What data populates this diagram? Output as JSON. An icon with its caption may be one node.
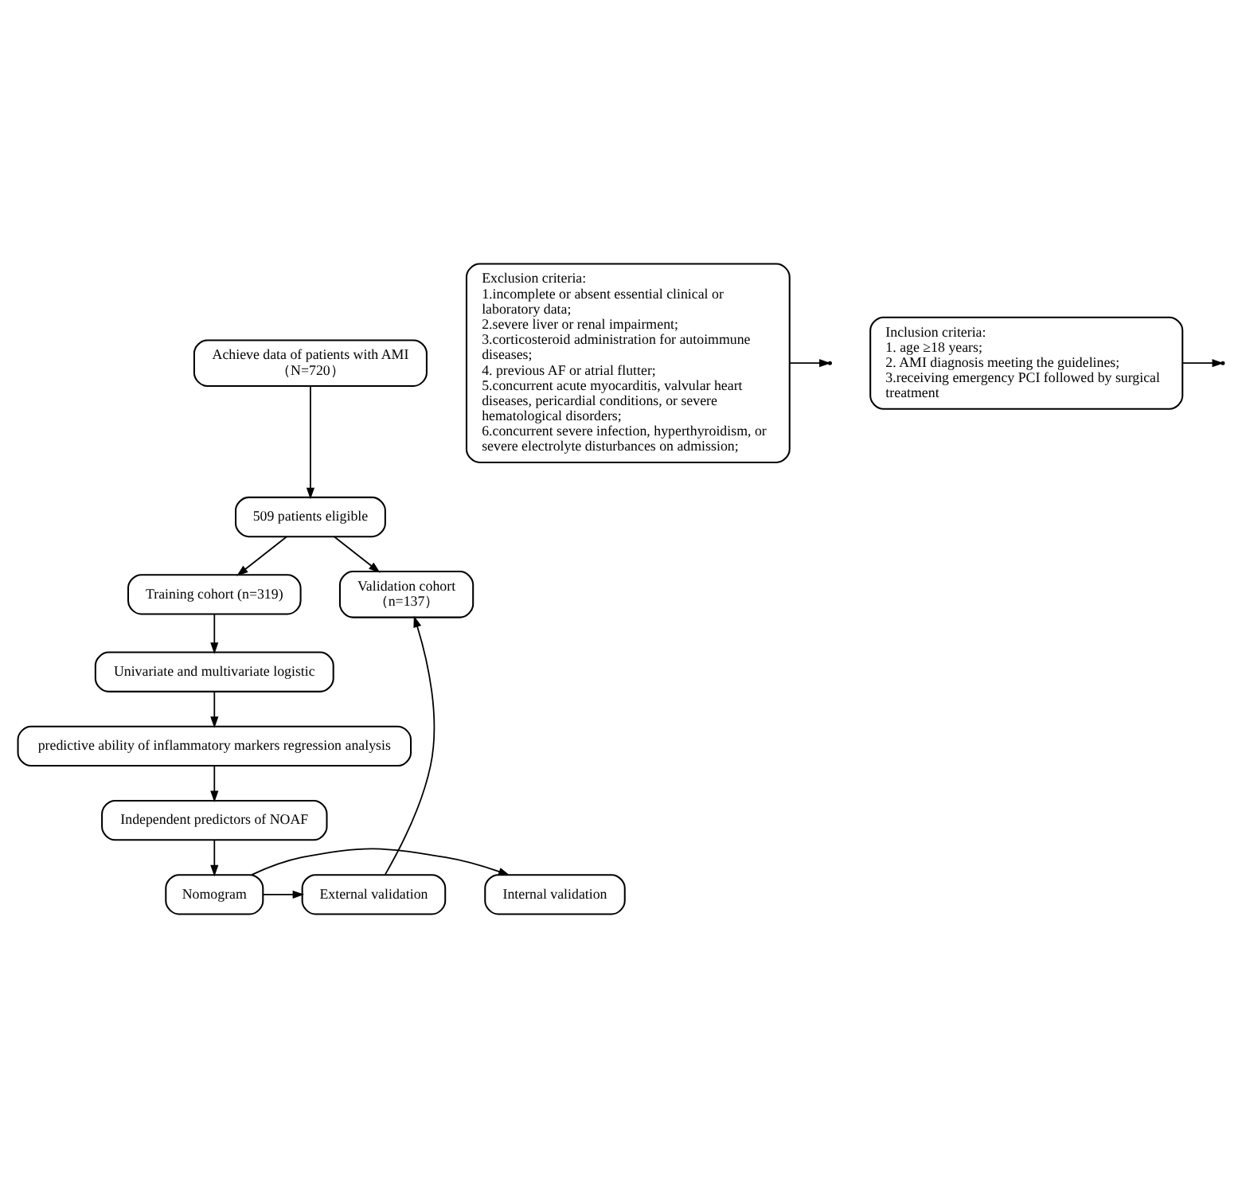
{
  "diagram": {
    "nodes": [
      {
        "text": [
          "Achieve data of patients with AMI",
          "（N=720）"
        ]
      },
      {
        "text": [
          "Exclusion criteria:",
          "1.incomplete or absent essential clinical or laboratory data;",
          "2.severe liver or renal impairment;",
          "3.corticosteroid administration for autoimmune diseases;",
          "4. previous AF or atrial flutter;",
          "5.concurrent acute myocarditis, valvular heart diseases, pericardial conditions, or severe hematological disorders;",
          "6.concurrent severe infection, hyperthyroidism, or severe electrolyte disturbances on admission;"
        ]
      },
      {
        "text": [
          "Inclusion criteria:",
          "1. age ≥18 years;",
          "2. AMI diagnosis meeting the guidelines;",
          "3.receiving emergency PCI followed by surgical treatment"
        ]
      },
      {
        "text": [
          "509 patients eligible"
        ]
      },
      {
        "text": [
          "Training cohort (n=319)"
        ]
      },
      {
        "text": [
          "Validation cohort",
          "（n=137）"
        ]
      },
      {
        "text": [
          "Univariate and multivariate logistic"
        ]
      },
      {
        "text": [
          "predictive ability of inflammatory markers regression analysis"
        ]
      },
      {
        "text": [
          "Independent predictors of NOAF"
        ]
      },
      {
        "text": [
          "Internal validation"
        ]
      },
      {
        "text": [
          "Nomogram"
        ]
      },
      {
        "text": [
          "External validation"
        ]
      }
    ],
    "edges": [
      {
        "from": 0,
        "to": 3,
        "arrow": "to"
      },
      {
        "from": 1,
        "to": null,
        "arrow": "to"
      },
      {
        "from": 2,
        "to": null,
        "arrow": "to"
      },
      {
        "from": 3,
        "to": 4,
        "arrow": "to"
      },
      {
        "from": 3,
        "to": 5,
        "arrow": "to"
      },
      {
        "from": 4,
        "to": 6,
        "arrow": "to"
      },
      {
        "from": 6,
        "to": 7,
        "arrow": "to"
      },
      {
        "from": 7,
        "to": 8,
        "arrow": "to"
      },
      {
        "from": 8,
        "to": 10,
        "arrow": "to"
      },
      {
        "from": 10,
        "to": 9,
        "arrow": "to"
      },
      {
        "from": 10,
        "to": 11,
        "arrow": "to"
      },
      {
        "from": 11,
        "to": 5,
        "arrow": "to"
      }
    ]
  }
}
